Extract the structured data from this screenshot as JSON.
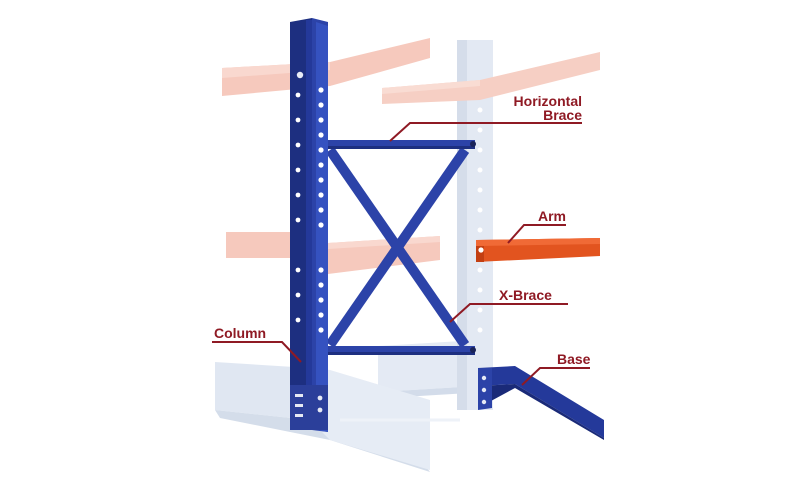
{
  "diagram": {
    "labels": {
      "horizontal_brace": [
        "Horizontal",
        "Brace"
      ],
      "arm": "Arm",
      "x_brace": "X-Brace",
      "column": "Column",
      "base": "Base"
    },
    "colors": {
      "column_blue": "#2c43a8",
      "column_blue_dark": "#1d2f80",
      "arm_orange": "#e2541f",
      "ghost_arm": "#f6c9bd",
      "ghost_frame": "#dde5f1",
      "callout": "#8f1a24"
    }
  }
}
